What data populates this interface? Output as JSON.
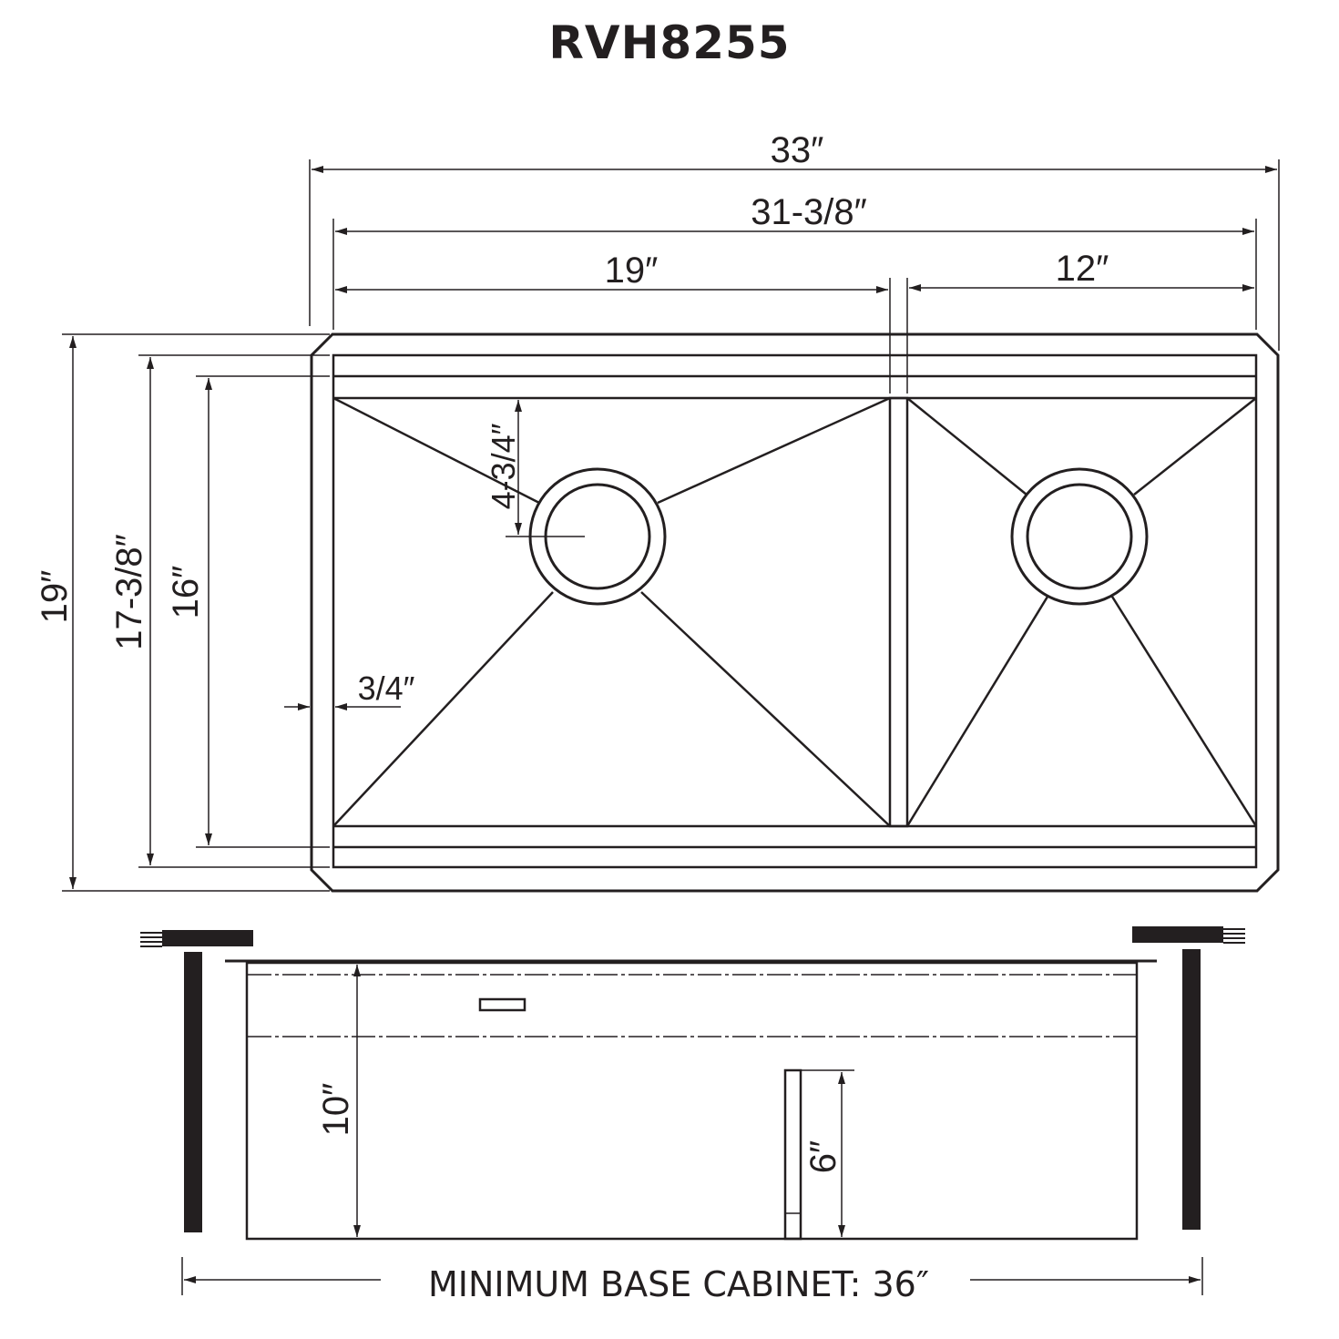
{
  "title": "RVH8255",
  "top_view": {
    "overall_width": "33″",
    "inner_width": "31-3/8″",
    "left_bowl_width": "19″",
    "right_bowl_width": "12″",
    "overall_depth": "19″",
    "inner_depth": "17-3/8″",
    "bowl_depth": "16″",
    "drain_offset": "4-3/4″",
    "rim_flange": "3/4″"
  },
  "side_view": {
    "bowl_height": "10″",
    "divider_height": "6″",
    "minimum_base_cabinet": "MINIMUM BASE CABINET: 36″"
  },
  "colors": {
    "line": "#231f20",
    "background": "#ffffff"
  }
}
